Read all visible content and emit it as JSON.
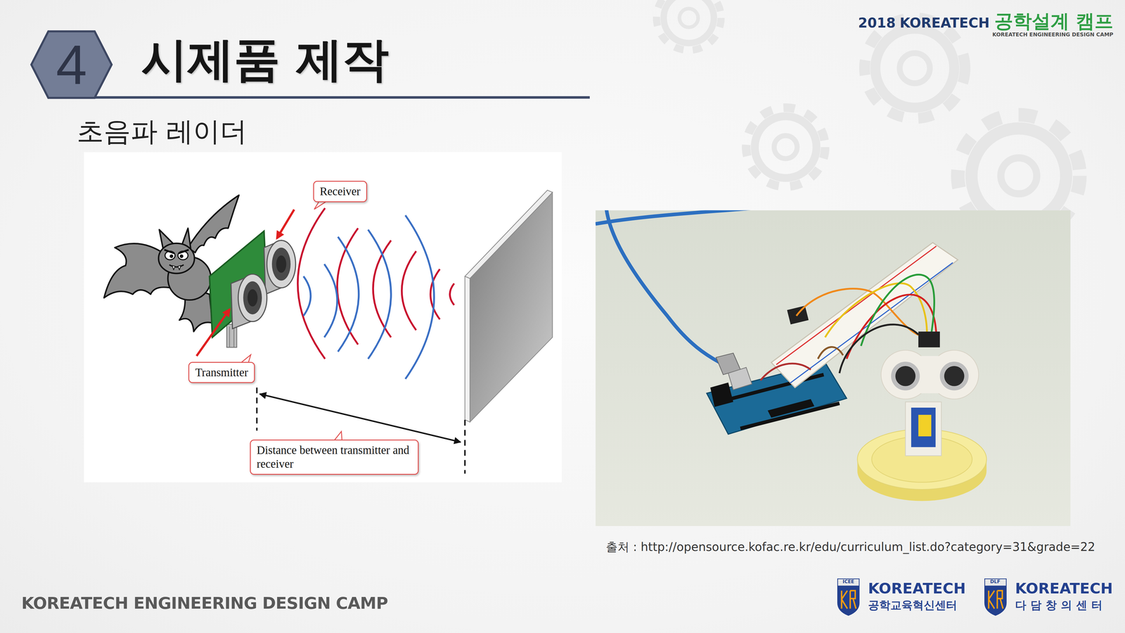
{
  "diagram": {
    "title": "시제품 제작",
    "caption": "출처 : http://opensource.kofac.re.kr/edu/curriculum_list.do?category=31&grade=22",
    "nodes": [
      {
        "text": [
          "4"
        ]
      },
      {
        "text": [
          "Receiver"
        ]
      },
      {
        "text": [
          "Transmitter"
        ]
      },
      {
        "text": [
          "Distance between transmitter and receiver"
        ]
      }
    ],
    "labels": [
      "2018",
      "KOREATECH",
      "공학설계 캠프",
      "KOREATECH ENGINEERING DESIGN CAMP",
      "초음파 레이더",
      "KOREATECH ENGINEERING DESIGN CAMP",
      "ICEE",
      "KOREATECH",
      "공학교육혁신센터",
      "DLF",
      "KOREATECH",
      "다담창의센터"
    ]
  }
}
